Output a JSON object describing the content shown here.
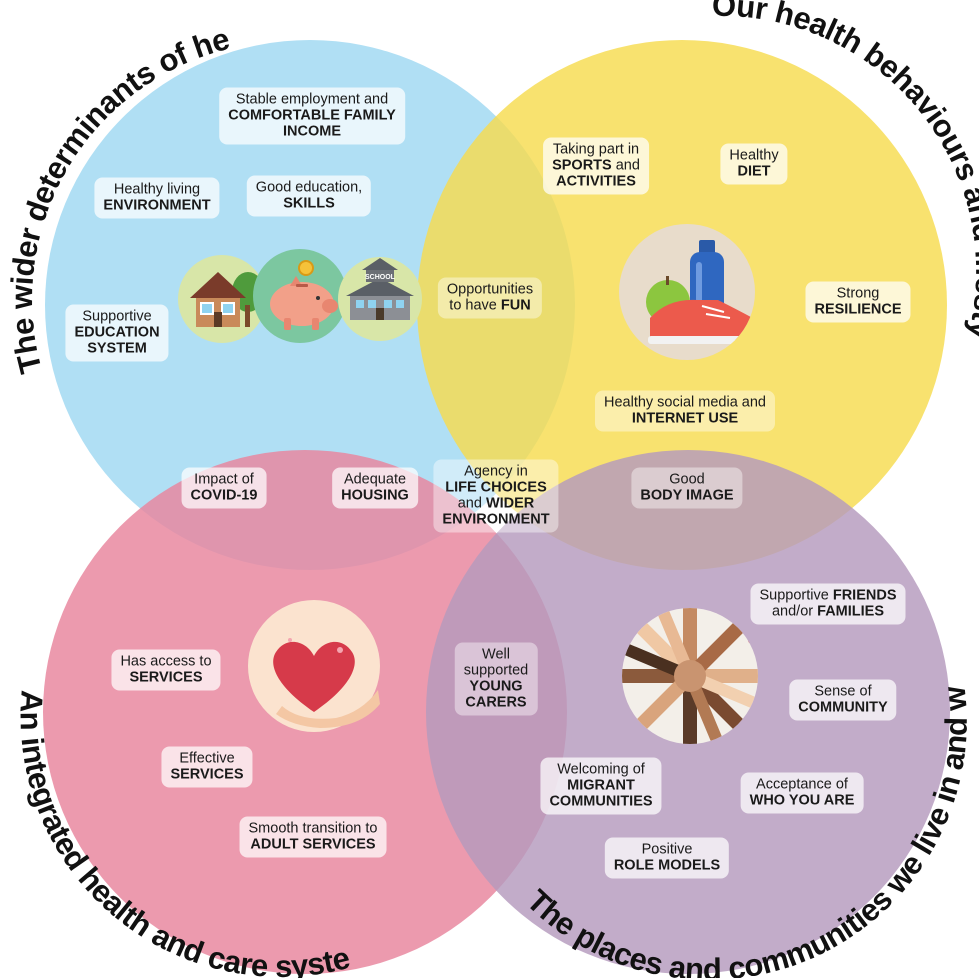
{
  "diagram": {
    "titles": {
      "wider_determinants": "The wider determinants of health",
      "behaviours": "Our health behaviours and lifestyle",
      "places": "The places and communities we live in and with",
      "care_system": "An integrated health and care system"
    },
    "colors": {
      "blue": "#a9dcf3",
      "yellow": "#f6dc4f",
      "pink": "#e8879f",
      "purple": "#b59abd"
    },
    "icons": [
      "house-icon",
      "piggy-bank-icon",
      "school-icon",
      "water-bottle-icon",
      "apple-icon",
      "sneaker-icon",
      "heart-in-hand-icon",
      "joined-hands-icon"
    ],
    "icon_text": {
      "school": "SCHOOL"
    },
    "labels": [
      {
        "id": "employment",
        "lines": [
          {
            "t": "Stable employment and",
            "b": false
          },
          {
            "t": "COMFORTABLE FAMILY",
            "b": true
          },
          {
            "t": "INCOME",
            "b": true
          }
        ]
      },
      {
        "id": "living-env",
        "lines": [
          {
            "t": "Healthy living",
            "b": false
          },
          {
            "t": "ENVIRONMENT",
            "b": true
          }
        ]
      },
      {
        "id": "education",
        "lines": [
          {
            "t": "Good education,",
            "b": false
          },
          {
            "t": "SKILLS",
            "b": true
          }
        ]
      },
      {
        "id": "edu-system",
        "lines": [
          {
            "t": "Supportive",
            "b": false
          },
          {
            "t": "EDUCATION",
            "b": true
          },
          {
            "t": "SYSTEM",
            "b": true
          }
        ]
      },
      {
        "id": "fun",
        "lines": [
          {
            "t": "Opportunities",
            "b": false
          },
          [
            {
              "t": "to have ",
              "b": false
            },
            {
              "t": "FUN",
              "b": true
            }
          ]
        ]
      },
      {
        "id": "sports",
        "lines": [
          {
            "t": "Taking part in",
            "b": false
          },
          [
            {
              "t": "SPORTS",
              "b": true
            },
            {
              "t": " and",
              "b": false
            }
          ],
          {
            "t": "ACTIVITIES",
            "b": true
          }
        ]
      },
      {
        "id": "diet",
        "lines": [
          {
            "t": "Healthy",
            "b": false
          },
          {
            "t": "DIET",
            "b": true
          }
        ]
      },
      {
        "id": "resilience",
        "lines": [
          {
            "t": "Strong",
            "b": false
          },
          {
            "t": "RESILIENCE",
            "b": true
          }
        ]
      },
      {
        "id": "social-media",
        "lines": [
          {
            "t": "Healthy social media and",
            "b": false
          },
          {
            "t": "INTERNET USE",
            "b": true
          }
        ]
      },
      {
        "id": "covid",
        "lines": [
          {
            "t": "Impact of",
            "b": false
          },
          {
            "t": "COVID-19",
            "b": true
          }
        ]
      },
      {
        "id": "housing",
        "lines": [
          {
            "t": "Adequate",
            "b": false
          },
          {
            "t": "HOUSING",
            "b": true
          }
        ]
      },
      {
        "id": "agency",
        "lines": [
          {
            "t": "Agency in",
            "b": false
          },
          {
            "t": "LIFE CHOICES",
            "b": true
          },
          [
            {
              "t": "and ",
              "b": false
            },
            {
              "t": "WIDER",
              "b": true
            }
          ],
          {
            "t": "ENVIRONMENT",
            "b": true
          }
        ]
      },
      {
        "id": "body-image",
        "lines": [
          {
            "t": "Good",
            "b": false
          },
          {
            "t": "BODY IMAGE",
            "b": true
          }
        ]
      },
      {
        "id": "friends",
        "lines": [
          [
            {
              "t": "Supportive ",
              "b": false
            },
            {
              "t": "FRIENDS",
              "b": true
            }
          ],
          [
            {
              "t": "and/or ",
              "b": false
            },
            {
              "t": "FAMILIES",
              "b": true
            }
          ]
        ]
      },
      {
        "id": "community",
        "lines": [
          {
            "t": "Sense of",
            "b": false
          },
          {
            "t": "COMMUNITY",
            "b": true
          }
        ]
      },
      {
        "id": "migrant",
        "lines": [
          {
            "t": "Welcoming of",
            "b": false
          },
          {
            "t": "MIGRANT",
            "b": true
          },
          {
            "t": "COMMUNITIES",
            "b": true
          }
        ]
      },
      {
        "id": "acceptance",
        "lines": [
          {
            "t": "Acceptance of",
            "b": false
          },
          {
            "t": "WHO YOU ARE",
            "b": true
          }
        ]
      },
      {
        "id": "role-models",
        "lines": [
          {
            "t": "Positive",
            "b": false
          },
          {
            "t": "ROLE MODELS",
            "b": true
          }
        ]
      },
      {
        "id": "access",
        "lines": [
          {
            "t": "Has access to",
            "b": false
          },
          {
            "t": "SERVICES",
            "b": true
          }
        ]
      },
      {
        "id": "effective",
        "lines": [
          {
            "t": "Effective",
            "b": false
          },
          {
            "t": "SERVICES",
            "b": true
          }
        ]
      },
      {
        "id": "transition",
        "lines": [
          {
            "t": "Smooth transition to",
            "b": false
          },
          {
            "t": "ADULT SERVICES",
            "b": true
          }
        ]
      },
      {
        "id": "carers",
        "lines": [
          {
            "t": "Well",
            "b": false
          },
          {
            "t": "supported",
            "b": false
          },
          {
            "t": "YOUNG",
            "b": true
          },
          {
            "t": "CARERS",
            "b": true
          }
        ]
      }
    ]
  }
}
